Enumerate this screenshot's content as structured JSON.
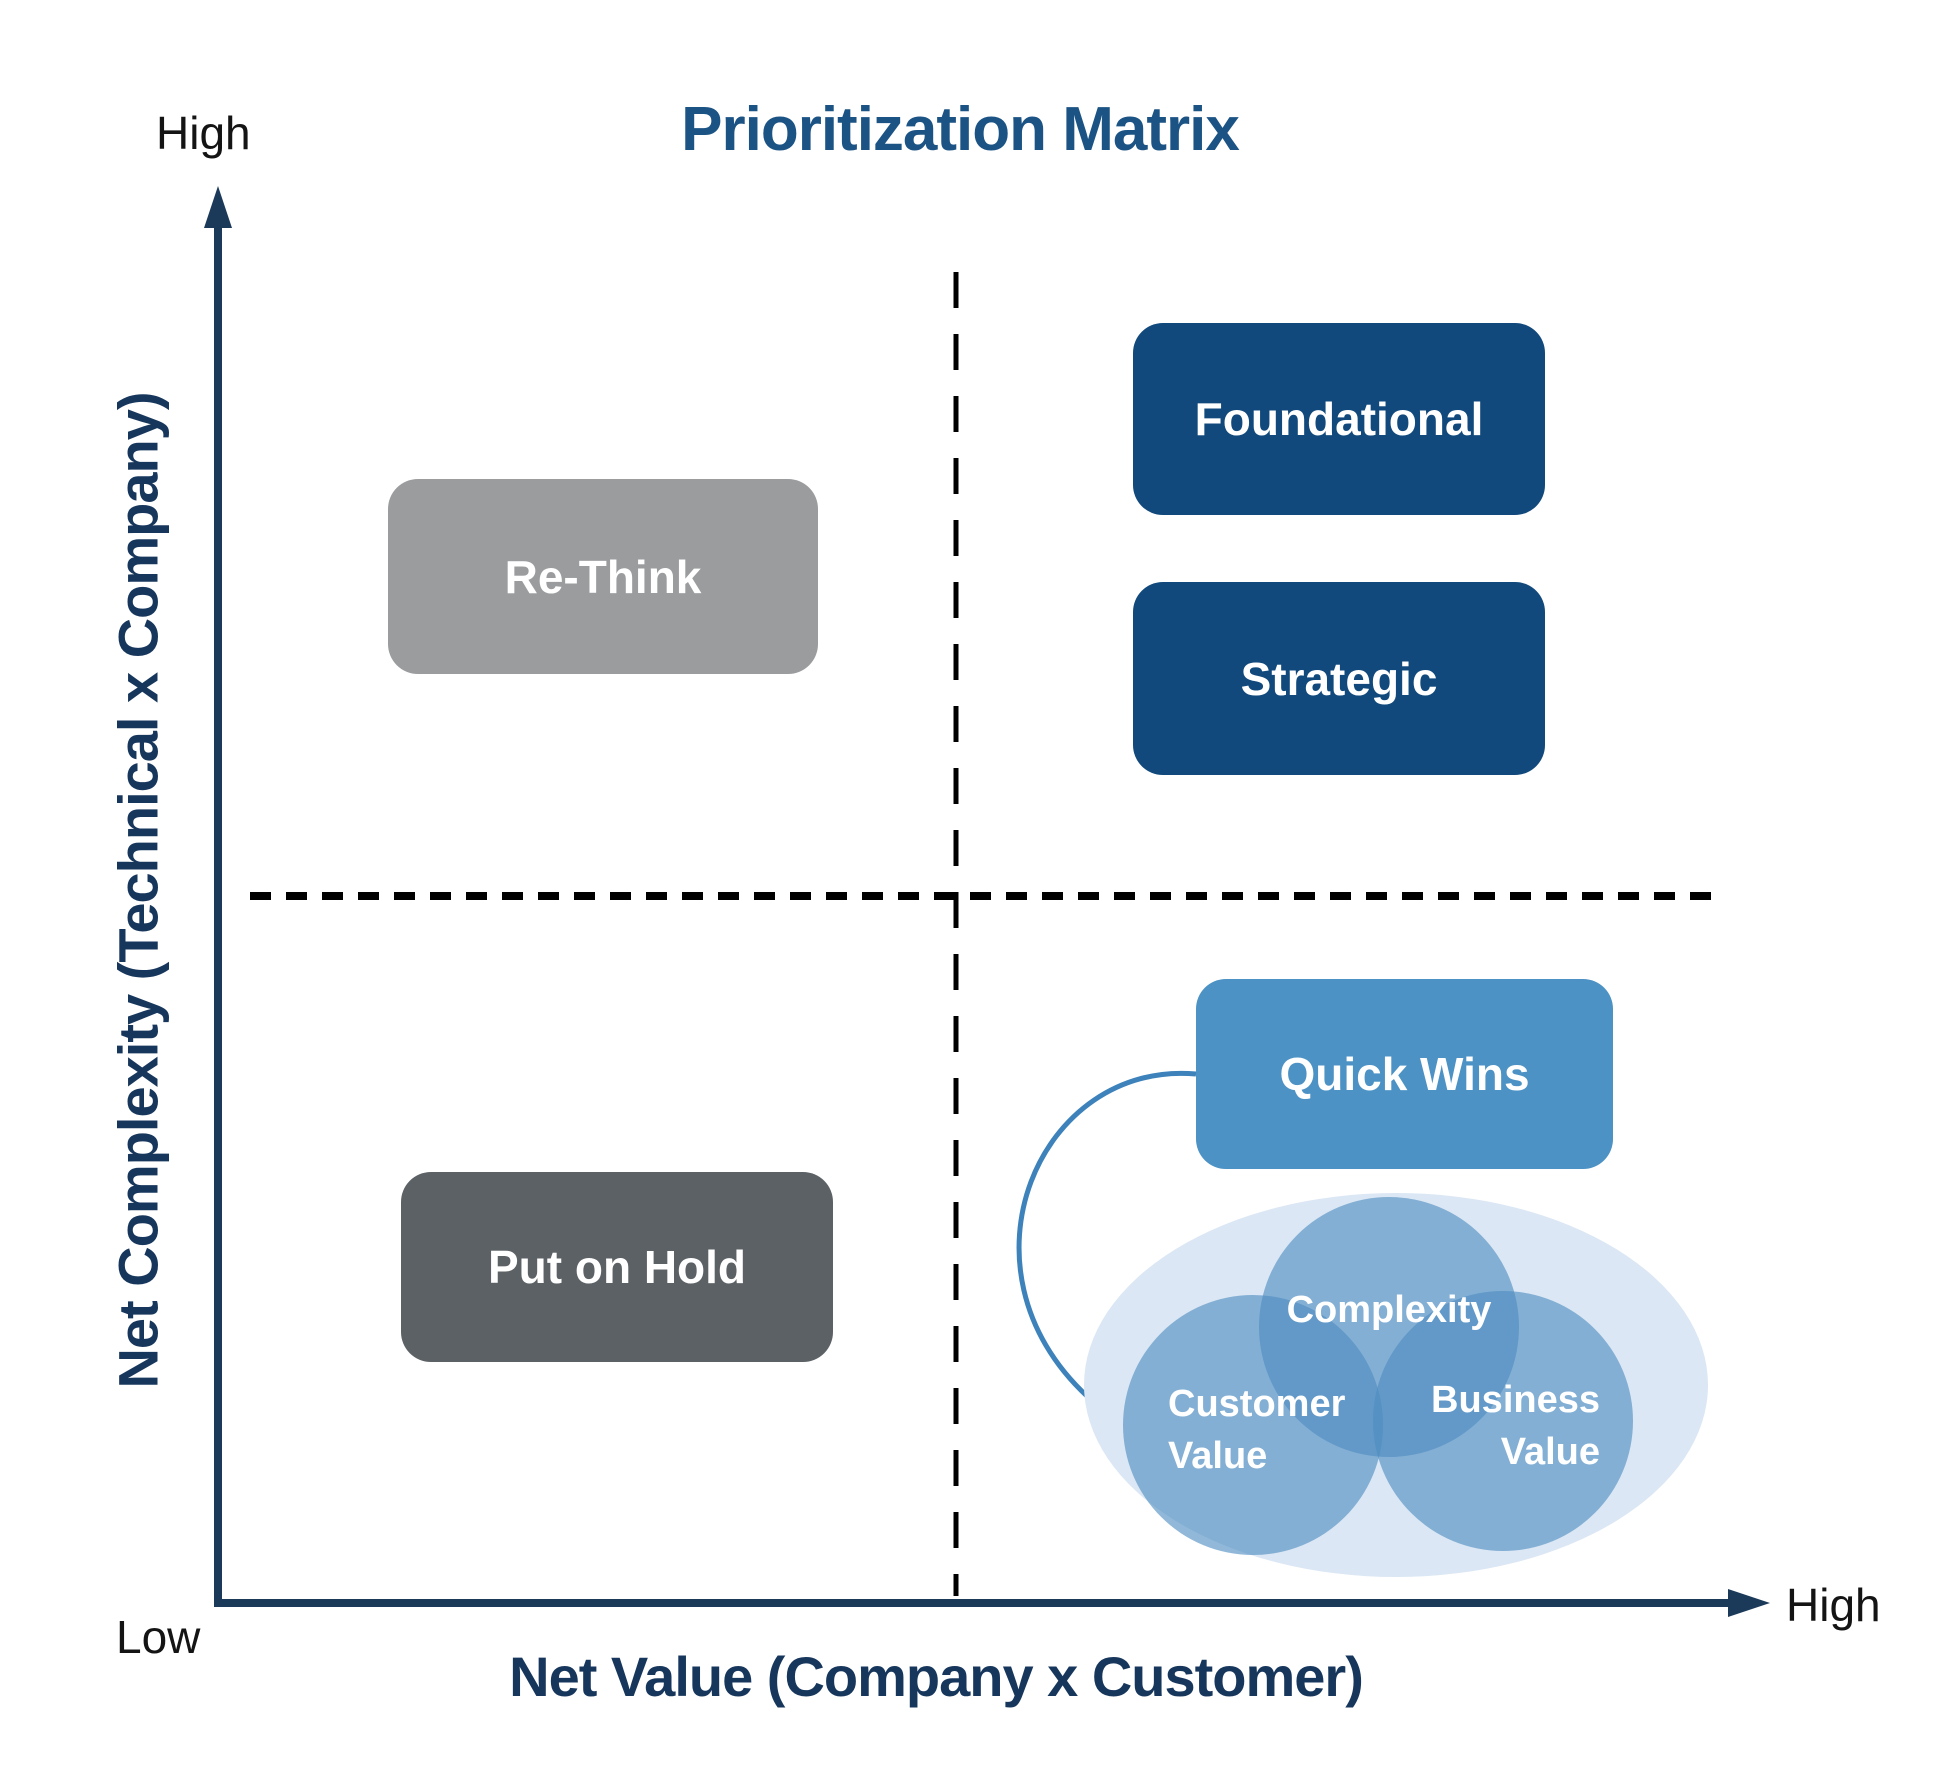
{
  "title": {
    "text": "Prioritization Matrix",
    "color": "#1b5384"
  },
  "axes": {
    "x_label": "Net Value (Company x Customer)",
    "y_label": "Net Complexity (Technical x Company)",
    "x_max_label": "High",
    "y_max_label": "High",
    "origin_label": "Low",
    "line_color": "#1b3a5a",
    "label_color": "#17365c",
    "tick_label_color": "#141414"
  },
  "divider_color": "#000000",
  "quadrants": {
    "top_left": {
      "label": "Re-Think",
      "color": "#9a9c9e"
    },
    "top_right_upper": {
      "label": "Foundational",
      "color": "#11497c"
    },
    "top_right_lower": {
      "label": "Strategic",
      "color": "#11497c"
    },
    "bottom_left": {
      "label": "Put on Hold",
      "color": "#5c6165"
    },
    "bottom_right": {
      "label": "Quick Wins",
      "color": "#4c92c4"
    }
  },
  "venn": {
    "outer_color": "#dbe7f4",
    "circle_color": "#4e8dc0",
    "connector_color": "#3d82ba",
    "label_color": "#ffffff",
    "complexity": "Complexity",
    "customer_line1": "Customer",
    "customer_line2": "Value",
    "business_line1": "Business",
    "business_line2": "Value"
  }
}
